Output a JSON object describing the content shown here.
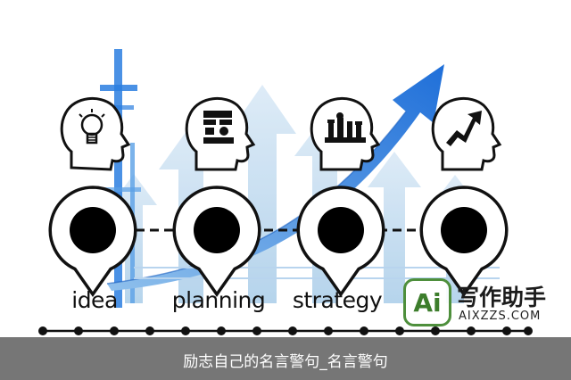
{
  "steps": [
    {
      "label": "idea",
      "icon": "lightbulb-head-icon"
    },
    {
      "label": "planning",
      "icon": "schedule-head-icon"
    },
    {
      "label": "strategy",
      "icon": "chess-head-icon"
    },
    {
      "label": "",
      "icon": "rising-arrow-head-icon"
    }
  ],
  "caption": "励志自己的名言警句_名言警句",
  "watermark": {
    "logo": "Ai",
    "title": "写作助手",
    "subtitle": "AIXZZS.COM"
  },
  "colors": {
    "arrow_blue": "#2a7ee0",
    "light_blue": "#cfe3f5",
    "ink": "#111111",
    "watermark_green": "#4e8f3c"
  }
}
